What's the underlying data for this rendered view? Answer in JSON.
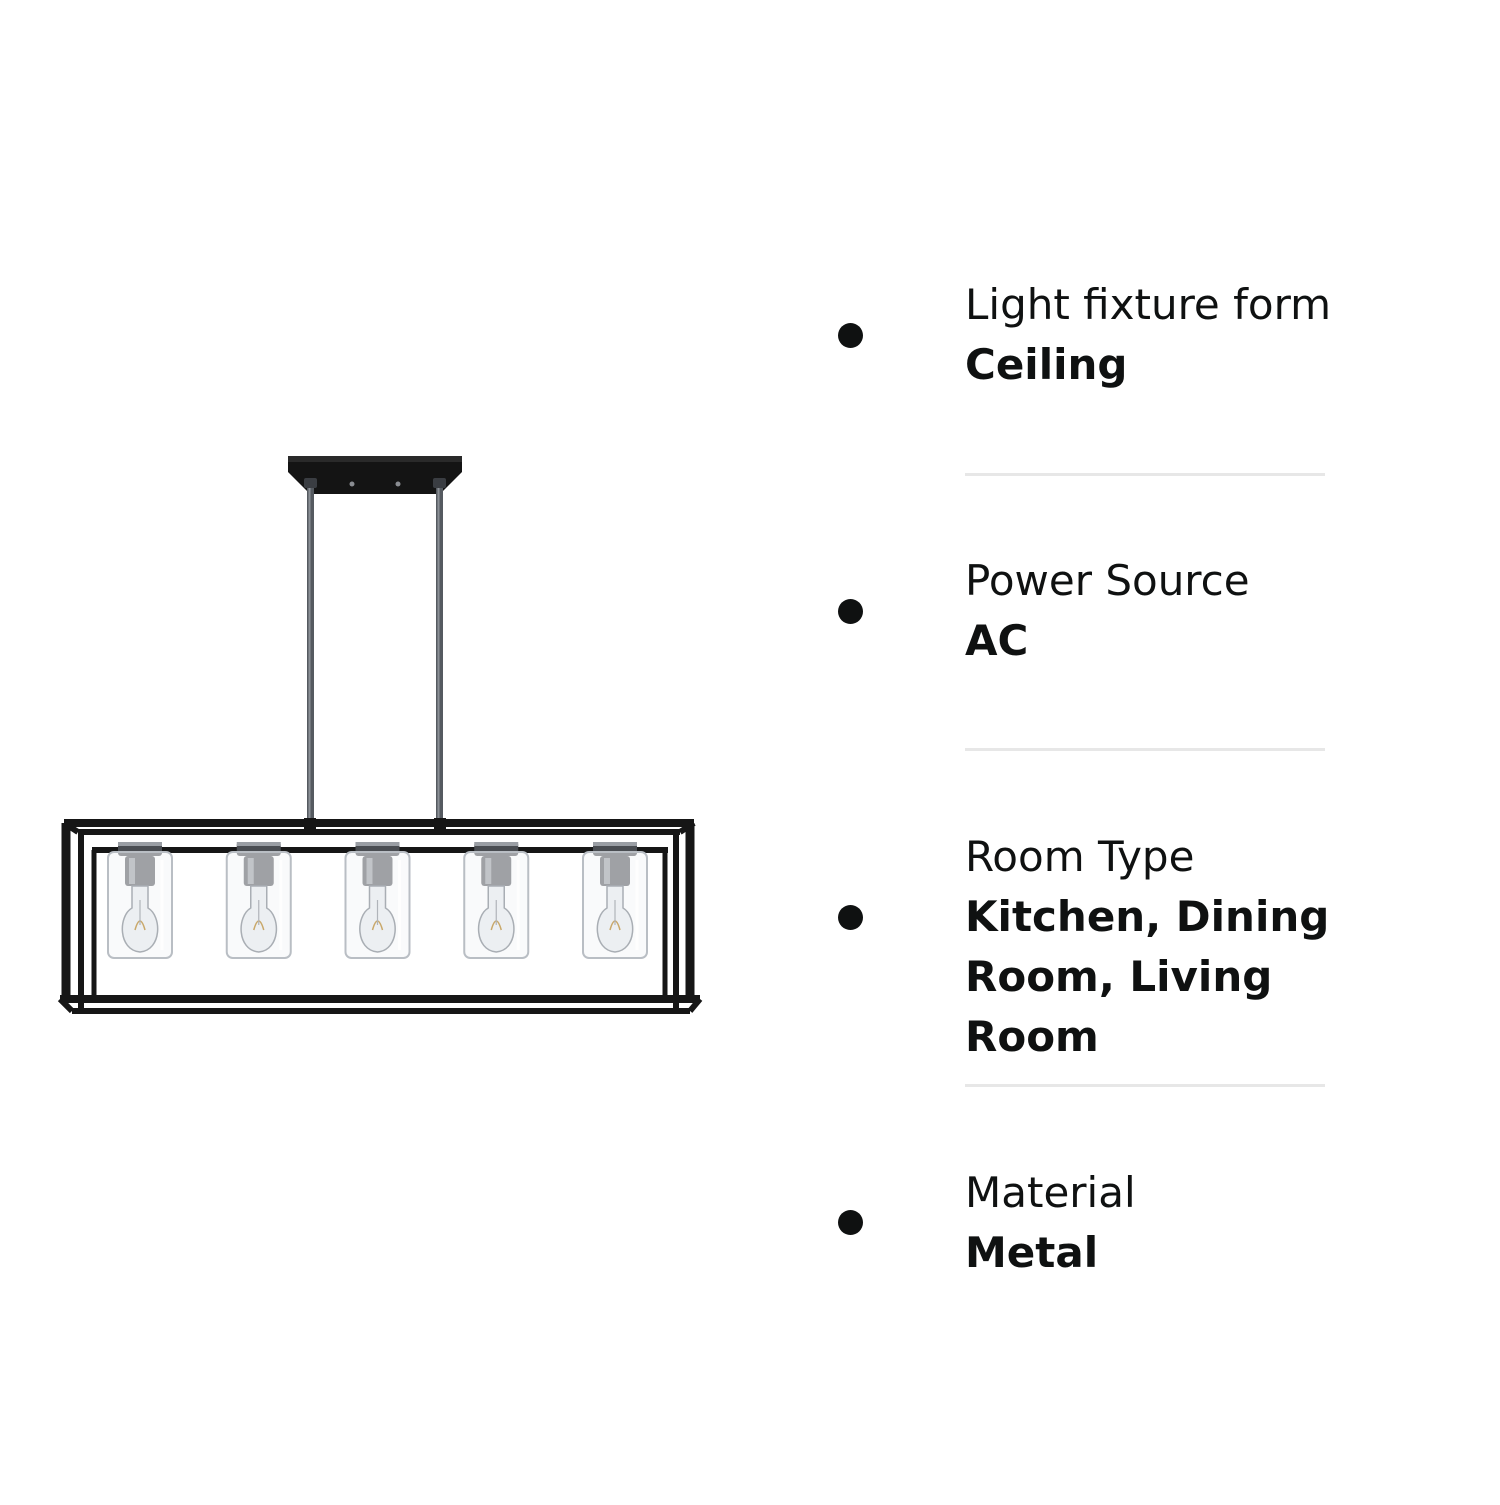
{
  "image": {
    "subject": "linear chandelier",
    "frame_color": "#1a1a1a",
    "metal_color": "#4a4d52",
    "lamp_count": 5
  },
  "specs": [
    {
      "label": "Light fixture form",
      "value": "Ceiling"
    },
    {
      "label": "Power Source",
      "value": "AC"
    },
    {
      "label": "Room Type",
      "value": "Kitchen, Dining Room, Living Room"
    },
    {
      "label": "Material",
      "value": "Metal"
    }
  ]
}
